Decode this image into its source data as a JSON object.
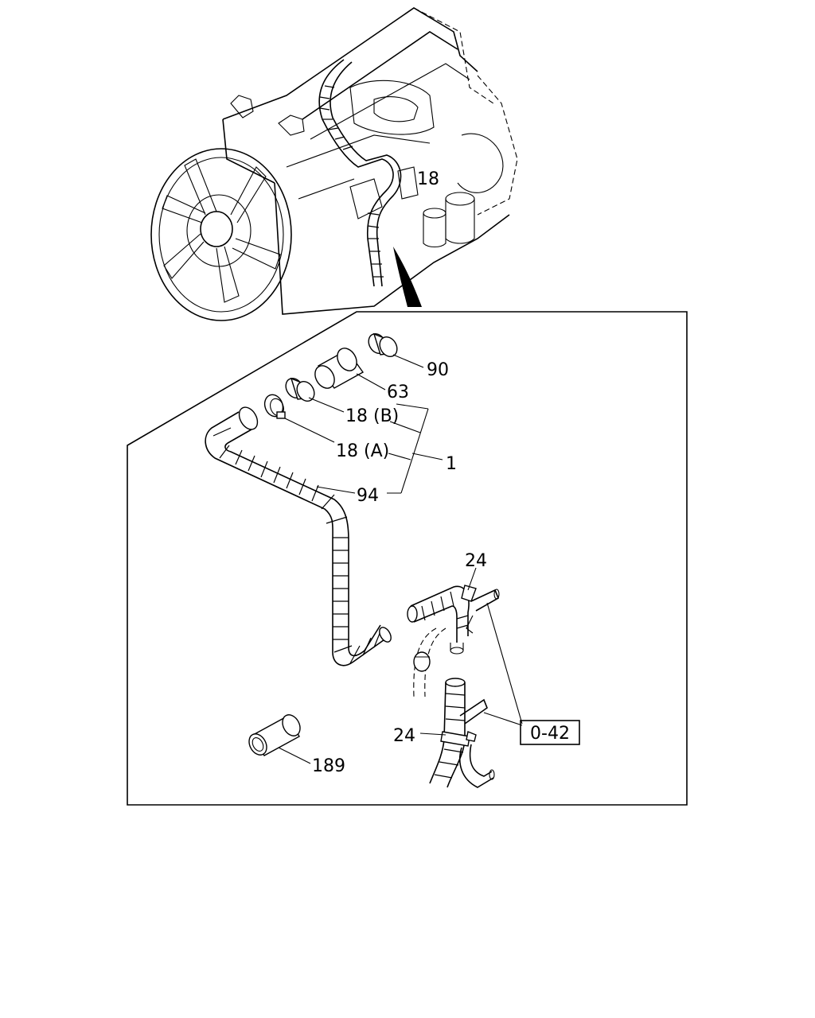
{
  "callouts": {
    "c90": "90",
    "c63": "63",
    "c18b": "18 (B)",
    "c18a": "18 (A)",
    "c1": "1",
    "c94": "94",
    "c24_top": "24",
    "c24_bottom": "24",
    "c042": "0-42",
    "c189": "189",
    "c18_engine": "18"
  }
}
